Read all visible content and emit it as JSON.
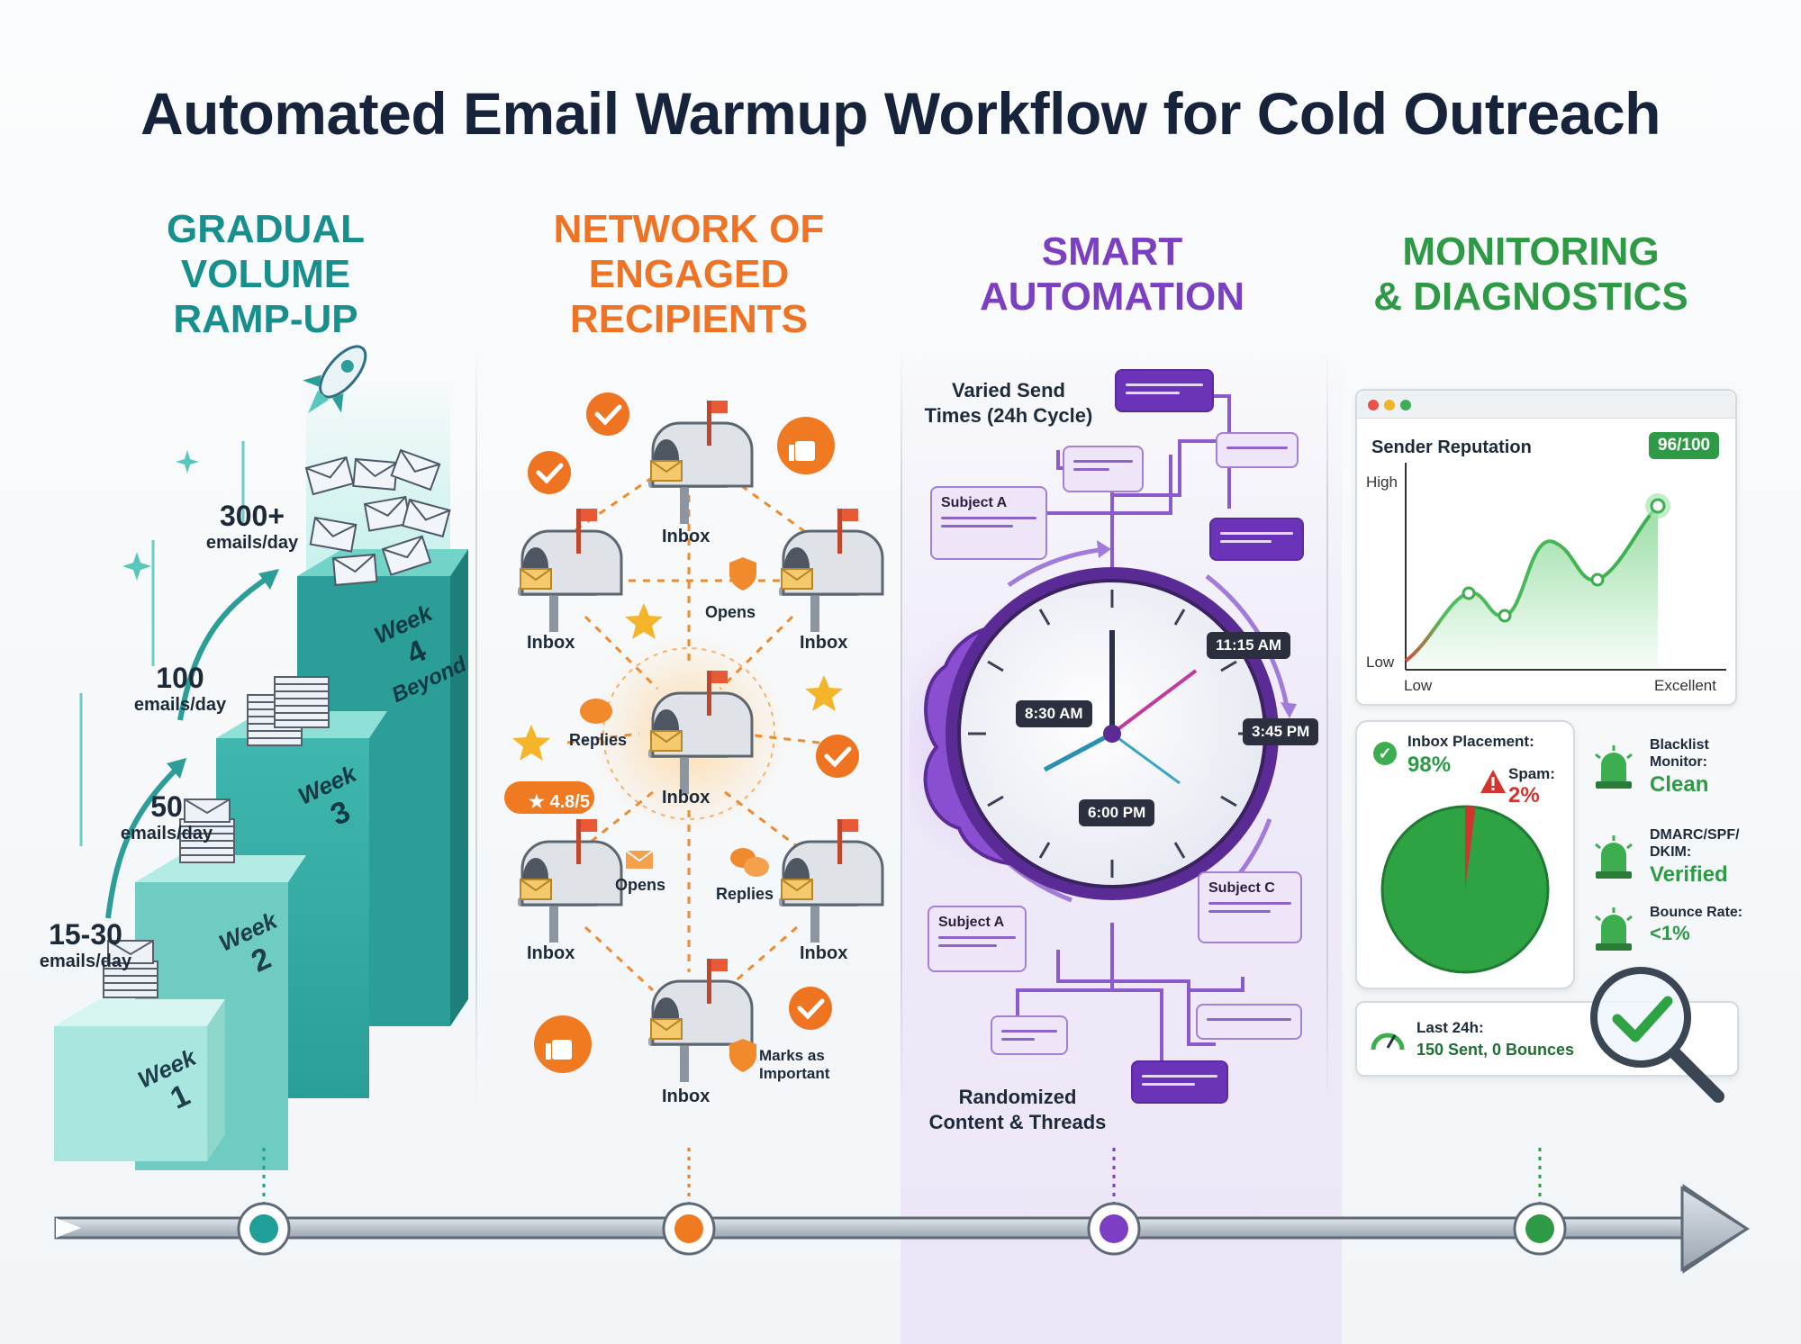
{
  "title": "Automated Email Warmup Workflow for Cold Outreach",
  "sections": {
    "rampup": {
      "heading": [
        "GRADUAL",
        "VOLUME",
        "RAMP-UP"
      ],
      "color": "#178f8c",
      "steps": [
        {
          "count": "15-30",
          "unit": "emails/day",
          "week": "Week",
          "num": "1"
        },
        {
          "count": "50",
          "unit": "emails/day",
          "week": "Week",
          "num": "2"
        },
        {
          "count": "100",
          "unit": "emails/day",
          "week": "Week",
          "num": "3"
        },
        {
          "count": "300+",
          "unit": "emails/day",
          "week": "Week",
          "num": "4",
          "extra": "Beyond"
        }
      ]
    },
    "network": {
      "heading": [
        "NETWORK OF",
        "ENGAGED",
        "RECIPIENTS"
      ],
      "color": "#ee7324",
      "inbox_label": "Inbox",
      "actions": {
        "opens_top": "Opens",
        "replies_left": "Replies",
        "opens_bottom": "Opens",
        "replies_right": "Replies",
        "important": [
          "Marks as",
          "Important"
        ]
      },
      "rating": "4.8/5"
    },
    "automation": {
      "heading": [
        "SMART",
        "AUTOMATION"
      ],
      "color": "#7b3fc2",
      "send_times_label": [
        "Varied Send",
        "Times (24h Cycle)"
      ],
      "times": [
        "11:15 AM",
        "8:30 AM",
        "3:45 PM",
        "6:00 PM"
      ],
      "subjects": [
        "Subject A",
        "Subject A",
        "Subject C"
      ],
      "content_label": [
        "Randomized",
        "Content & Threads"
      ]
    },
    "monitoring": {
      "heading": [
        "MONITORING",
        "& DIAGNOSTICS"
      ],
      "color": "#2e9a45",
      "reputation": {
        "title": "Sender Reputation",
        "score": "96/100",
        "y_high": "High",
        "y_low": "Low",
        "x_low": "Low",
        "x_high": "Excellent"
      },
      "placement": {
        "label": "Inbox Placement:",
        "value": "98%",
        "spam_label": "Spam:",
        "spam_value": "2%",
        "inbox_fraction": 0.98
      },
      "status": [
        {
          "label": [
            "Blacklist",
            "Monitor:"
          ],
          "value": "Clean"
        },
        {
          "label": [
            "DMARC/SPF/",
            "DKIM:"
          ],
          "value": "Verified"
        },
        {
          "label": [
            "Bounce Rate:"
          ],
          "value": "<1%"
        }
      ],
      "last24": {
        "label": "Last 24h:",
        "value": "150 Sent, 0 Bounces"
      }
    }
  },
  "timeline_colors": [
    "#1f9e9a",
    "#f07a1f",
    "#7c3fc4",
    "#2e9a45"
  ]
}
